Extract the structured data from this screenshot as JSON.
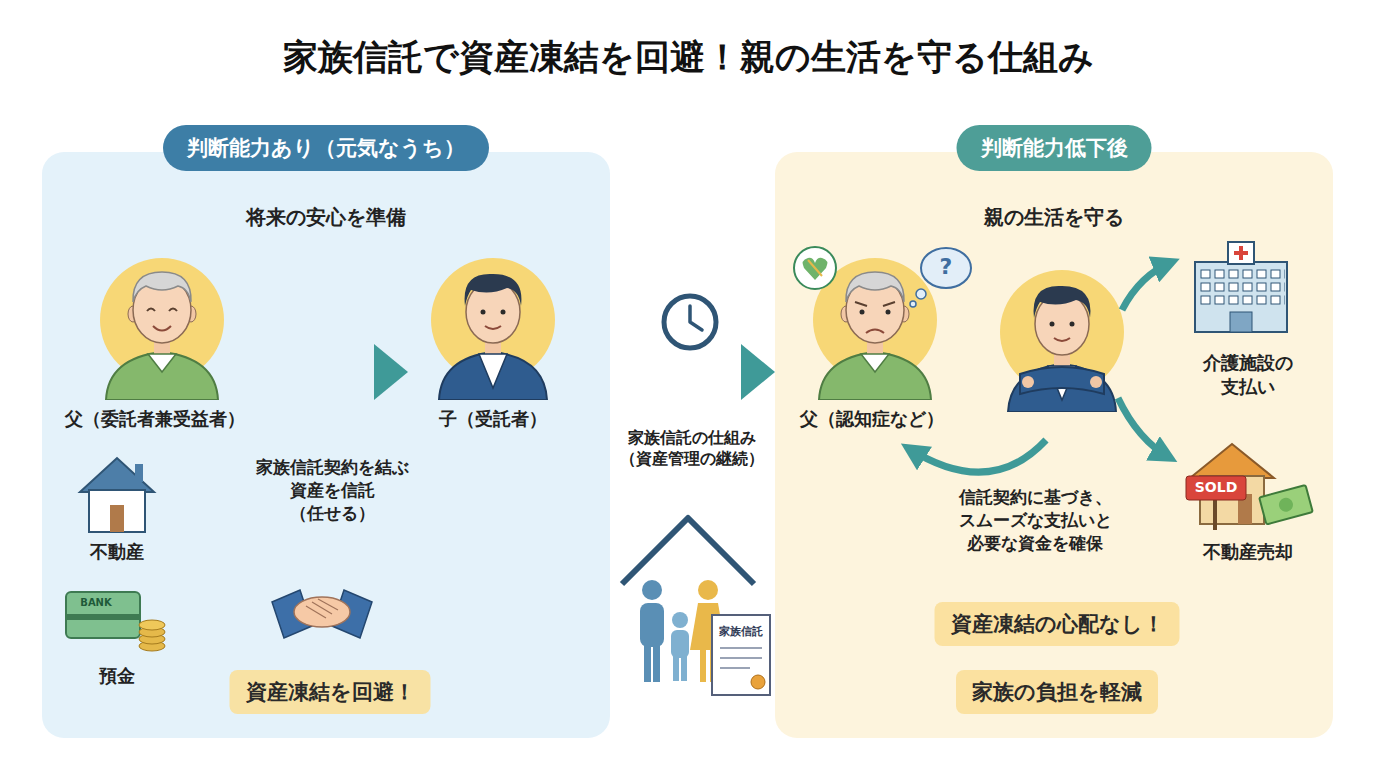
{
  "diagram": {
    "title": "家族信託で資産凍結を回避！親の生活を守る仕組み",
    "nodes": [
      {
        "text": [
          "判断能力あり（元気なうち）",
          "将来の安心を準備"
        ]
      },
      {
        "text": [
          "父（委託者兼受益者）"
        ],
        "in": 0
      },
      {
        "text": [
          "子（受託者）"
        ],
        "in": 0
      },
      {
        "text": [
          "資産凍結を回避！"
        ],
        "in": 0
      },
      {
        "text": [
          "判断能力低下後",
          "親の生活を守る"
        ]
      },
      {
        "text": [
          "父（認知症など）"
        ],
        "in": 4
      },
      {
        "text": [
          "介護施設の 支払い"
        ],
        "in": 4
      },
      {
        "text": [
          "不動産売却"
        ],
        "in": 4
      },
      {
        "text": [
          "資産凍結の心配なし！"
        ],
        "in": 4
      },
      {
        "text": [
          "家族の負担を軽減"
        ],
        "in": 4
      }
    ],
    "edges": [
      {
        "from": 1,
        "to": 2,
        "label": "家族信託契約を結ぶ 資産を信託（任せる）",
        "arrow": "to"
      },
      {
        "from": 0,
        "to": 4,
        "label": "家族信託の仕組み （資産管理の継続）",
        "arrow": "to"
      }
    ],
    "labels": [
      "不動産",
      "預金",
      "BANK",
      "信託契約に基づき、 スムーズな支払いと 必要な資金を確保",
      "?",
      "SOLD",
      "家族信託"
    ]
  }
}
